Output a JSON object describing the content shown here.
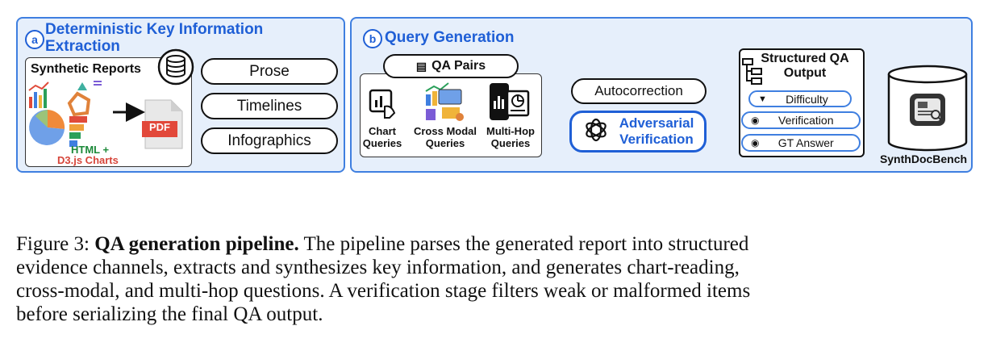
{
  "panel_a": {
    "badge": "a",
    "title_line1": "Deterministic Key Information",
    "title_line2": "Extraction",
    "reports_label": "Synthetic Reports",
    "pdf_label": "PDF",
    "html_label": "HTML +",
    "d3_label": "D3.js Charts",
    "outputs": [
      "Prose",
      "Timelines",
      "Infographics"
    ]
  },
  "panel_b": {
    "badge": "b",
    "title": "Query Generation",
    "qa_pairs": "QA Pairs",
    "queries": [
      {
        "line1": "Chart",
        "line2": "Queries"
      },
      {
        "line1": "Cross Modal",
        "line2": "Queries"
      },
      {
        "line1": "Multi-Hop",
        "line2": "Queries"
      }
    ],
    "autocorrection": "Autocorrection",
    "adversarial_line1": "Adversarial",
    "adversarial_line2": "Verification",
    "structured_line1": "Structured QA",
    "structured_line2": "Output",
    "structured_items": [
      "Difficulty",
      "Verification",
      "GT Answer"
    ],
    "bench": "SynthDocBench"
  },
  "colors": {
    "accent": "#1f5fd6",
    "panel_fill": "#e6effb",
    "panel_border": "#3f7fe0",
    "d3_red": "#d6453a",
    "html_green": "#1d8a3a"
  },
  "caption": {
    "label": "Figure 3:",
    "bold": "QA generation pipeline.",
    "line1_rest": "The pipeline parses the generated report into structured",
    "line2": "evidence channels, extracts and synthesizes key information, and generates chart-reading,",
    "line3": "cross-modal, and multi-hop questions. A verification stage filters weak or malformed items",
    "line4": "before serializing the final QA output."
  }
}
